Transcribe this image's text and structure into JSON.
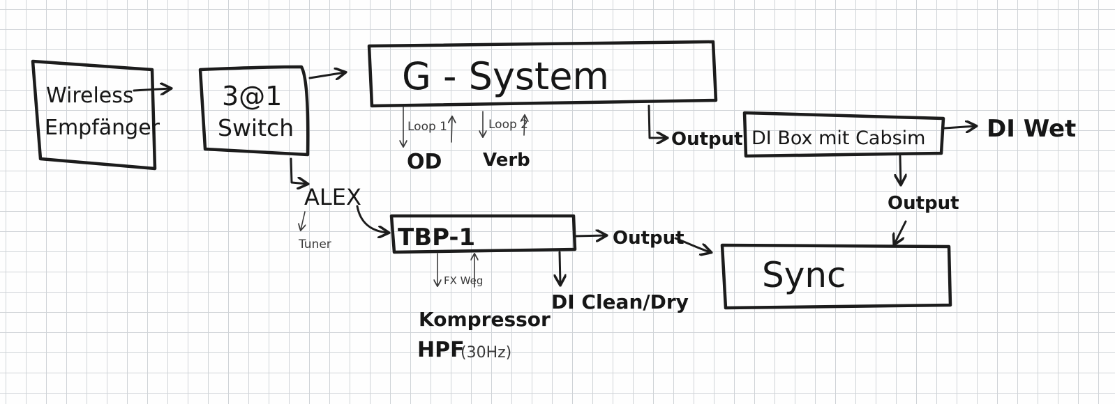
{
  "diagram": {
    "nodes": {
      "wireless": {
        "line1": "Wireless",
        "line2": "Empfänger"
      },
      "switch": {
        "line1": "3@1",
        "line2": "Switch"
      },
      "gsystem": {
        "label": "G - System"
      },
      "dibox": {
        "label": "DI Box mit Cabsim"
      },
      "tbp": {
        "label": "TBP-1"
      },
      "sync": {
        "label": "Sync"
      }
    },
    "labels": {
      "loop1": "Loop 1",
      "loop2": "Loop 2",
      "od": "OD",
      "verb": "Verb",
      "output_gsystem": "Output",
      "di_wet": "DI Wet",
      "output_dibox": "Output",
      "alex": "ALEX",
      "tuner": "Tuner",
      "output_tbp": "Output",
      "fx_weg": "FX Weg",
      "di_clean": "DI Clean/Dry",
      "compressor": "Kompressor",
      "hpf": "HPF",
      "hpf_freq": "(30Hz)"
    }
  }
}
